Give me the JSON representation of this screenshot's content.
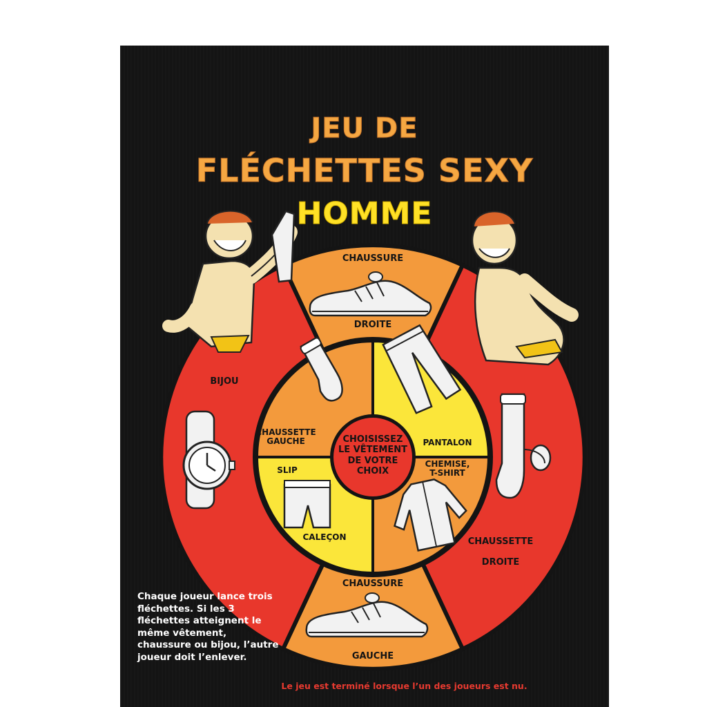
{
  "title": {
    "line1": "JEU DE",
    "line2": "FLÉCHETTES SEXY",
    "line3": "HOMME"
  },
  "segments": {
    "chaussure_droite_top": "CHAUSSURE",
    "chaussure_droite_bottom": "DROITE",
    "bijou": "BIJOU",
    "chaussette_droite_top": "CHAUSSETTE",
    "chaussette_droite_bottom": "DROITE",
    "chaussure_gauche_top": "CHAUSSURE",
    "chaussure_gauche_bottom": "GAUCHE",
    "chaussette_gauche": "CHAUSSETTE\nGAUCHE",
    "pantalon": "PANTALON",
    "slip": "SLIP",
    "calecon": "CALEÇON",
    "chemise": "CHEMISE,\nT-SHIRT"
  },
  "center_label": "CHOISISSEZ\nLE VÊTEMENT\nDE VOTRE\nCHOIX",
  "rules_text": "Chaque joueur lance trois fléchettes. Si les 3 fléchettes atteignent le même vêtement, chaussure ou bijou, l’autre joueur doit l’enlever.",
  "footer_text": "Le jeu est terminé lorsque l’un des joueurs est nu.",
  "colors": {
    "background": "#141414",
    "red": "#e8372c",
    "orange": "#f39a3c",
    "yellow": "#fbe63a",
    "title_orange": "#f5a742",
    "title_yellow": "#ffe126"
  }
}
